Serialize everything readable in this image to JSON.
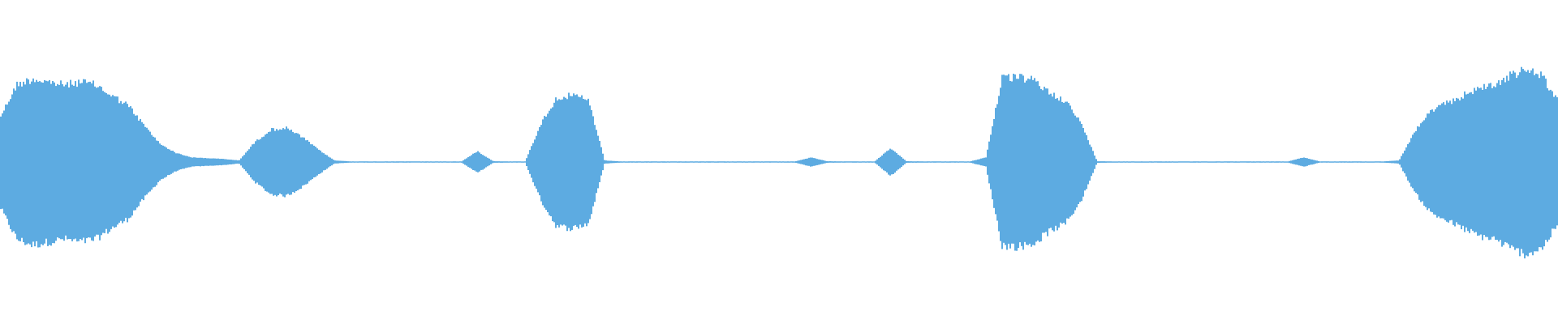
{
  "chart_data": {
    "type": "area",
    "description_of_values": "",
    "color": "#5dabe1",
    "amplitude_range": [
      -1,
      1
    ],
    "grid": false,
    "envelope": [
      0.3,
      0.5,
      0.54,
      0.52,
      0.5,
      0.52,
      0.5,
      0.43,
      0.37,
      0.24,
      0.12,
      0.06,
      0.03,
      0.025,
      0.02,
      0.01,
      0.13,
      0.21,
      0.22,
      0.16,
      0.08,
      0.01,
      0.004,
      0.004,
      0.004,
      0.004,
      0.004,
      0.004,
      0.004,
      0.004,
      0.07,
      0.005,
      0.004,
      0.004,
      0.25,
      0.42,
      0.43,
      0.4,
      0.01,
      0.004,
      0.004,
      0.004,
      0.004,
      0.004,
      0.004,
      0.004,
      0.004,
      0.004,
      0.004,
      0.004,
      0.004,
      0.03,
      0.005,
      0.004,
      0.004,
      0.004,
      0.09,
      0.005,
      0.004,
      0.004,
      0.004,
      0.004,
      0.03,
      0.54,
      0.55,
      0.53,
      0.45,
      0.4,
      0.25,
      0.005,
      0.004,
      0.004,
      0.004,
      0.004,
      0.004,
      0.004,
      0.004,
      0.004,
      0.004,
      0.004,
      0.004,
      0.004,
      0.03,
      0.004,
      0.004,
      0.004,
      0.004,
      0.004,
      0.01,
      0.2,
      0.33,
      0.38,
      0.43,
      0.48,
      0.5,
      0.56,
      0.6,
      0.56,
      0.4
    ]
  }
}
